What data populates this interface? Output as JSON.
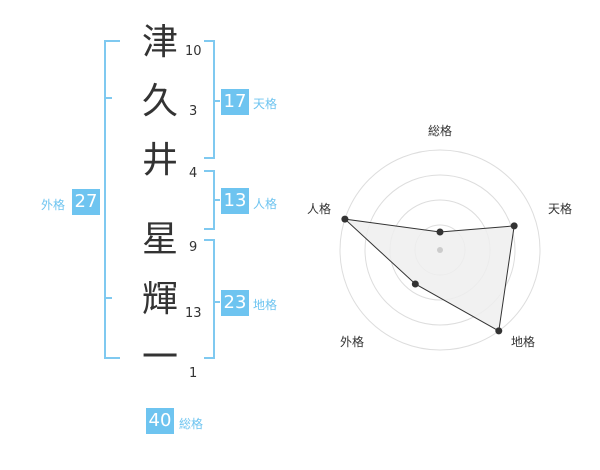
{
  "name": {
    "characters": [
      {
        "char": "津",
        "strokes": "10"
      },
      {
        "char": "久",
        "strokes": "3"
      },
      {
        "char": "井",
        "strokes": "4"
      },
      {
        "char": "星",
        "strokes": "9"
      },
      {
        "char": "輝",
        "strokes": "13"
      },
      {
        "char": "一",
        "strokes": "1"
      }
    ]
  },
  "kakusu": {
    "tenkaku": {
      "value": "17",
      "label": "天格"
    },
    "jinkaku": {
      "value": "13",
      "label": "人格"
    },
    "chikaku": {
      "value": "23",
      "label": "地格"
    },
    "gaikaku": {
      "value": "27",
      "label": "外格"
    },
    "soukaku": {
      "value": "40",
      "label": "総格"
    }
  },
  "colors": {
    "accent": "#6ec4f0",
    "bracket": "#7fc9f0",
    "text": "#333333"
  },
  "chart_data": {
    "type": "radar",
    "axes": [
      "総格",
      "天格",
      "地格",
      "外格",
      "人格"
    ],
    "values": [
      0.18,
      0.78,
      1.0,
      0.42,
      1.0
    ],
    "max": 1.0,
    "rings": 4,
    "grid": true
  }
}
